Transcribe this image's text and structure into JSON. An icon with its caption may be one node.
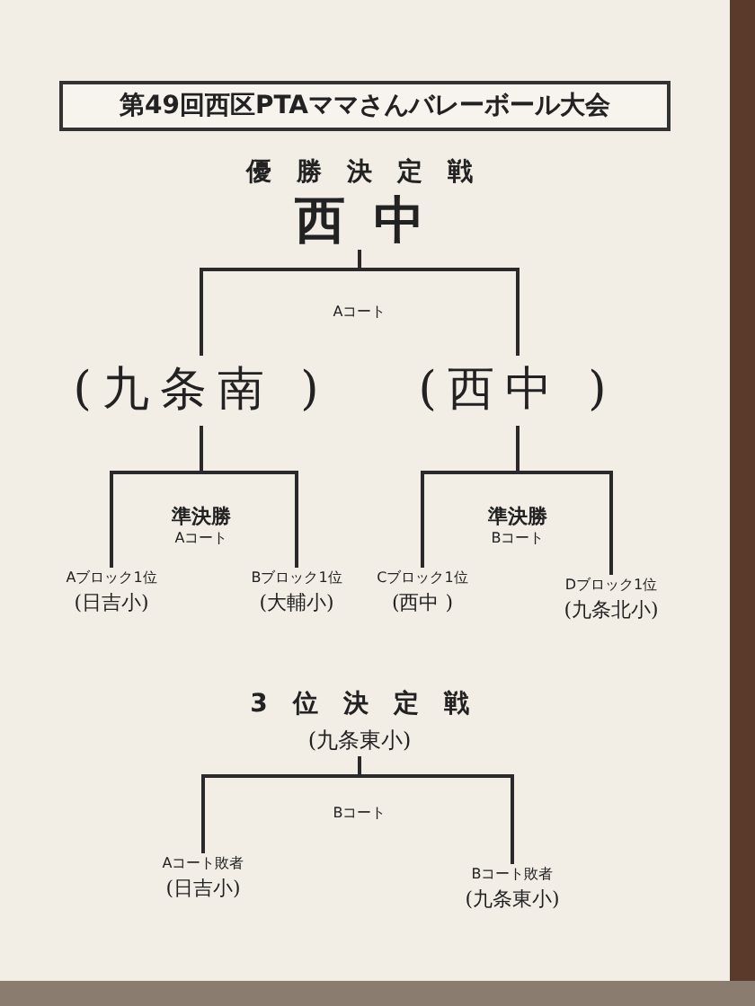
{
  "diagram": {
    "nodes": [
      {
        "text": [
          "第49回西区PTAママさんバレーボール大会"
        ]
      },
      {
        "text": [
          "優勝決定戦",
          "西中"
        ]
      },
      {
        "text": [
          "(九条南 )"
        ]
      },
      {
        "text": [
          "(西中 )"
        ]
      },
      {
        "text": [
          "Aブロック1位",
          "(日吉小)"
        ]
      },
      {
        "text": [
          "Bブロック1位",
          "(大輔小)"
        ]
      },
      {
        "text": [
          "Cブロック1位",
          "(西中 )"
        ]
      },
      {
        "text": [
          "Dブロック1位",
          "(九条北小)"
        ]
      },
      {
        "text": [
          "3位決定戦",
          "(九条東小)"
        ]
      },
      {
        "text": [
          "Aコート敗者",
          "(日吉小)"
        ]
      },
      {
        "text": [
          "Bコート敗者",
          "(九条東小)"
        ]
      }
    ],
    "edges": [
      {
        "from": 2,
        "to": 1,
        "arrow": "none"
      },
      {
        "from": 3,
        "to": 1,
        "arrow": "none"
      },
      {
        "from": 4,
        "to": 2,
        "arrow": "none"
      },
      {
        "from": 5,
        "to": 2,
        "arrow": "none"
      },
      {
        "from": 6,
        "to": 3,
        "arrow": "none"
      },
      {
        "from": 7,
        "to": 3,
        "arrow": "none"
      },
      {
        "from": 9,
        "to": 8,
        "arrow": "none"
      },
      {
        "from": 10,
        "to": 8,
        "arrow": "none"
      }
    ],
    "labels": [
      "Aコート",
      "準決勝",
      "Aコート",
      "準決勝",
      "Bコート",
      "Bコート"
    ]
  }
}
